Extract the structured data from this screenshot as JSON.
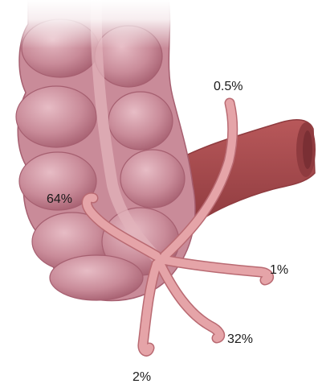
{
  "colors": {
    "colon_fill": "#c98b99",
    "colon_shadow": "#a65f70",
    "colon_highlight": "#e7bcc5",
    "bowel_fill": "#b8585a",
    "bowel_dark": "#8f3b3f",
    "bowel_lumen": "#7a2f34",
    "appendix_fill": "#e5a4a8",
    "appendix_stroke": "#b96a72",
    "band_fill": "#e1b3bb",
    "background": "#ffffff"
  },
  "labels": {
    "position_a": "0.5%",
    "position_b": "64%",
    "position_c": "1%",
    "position_d": "32%",
    "position_e": "2%"
  }
}
